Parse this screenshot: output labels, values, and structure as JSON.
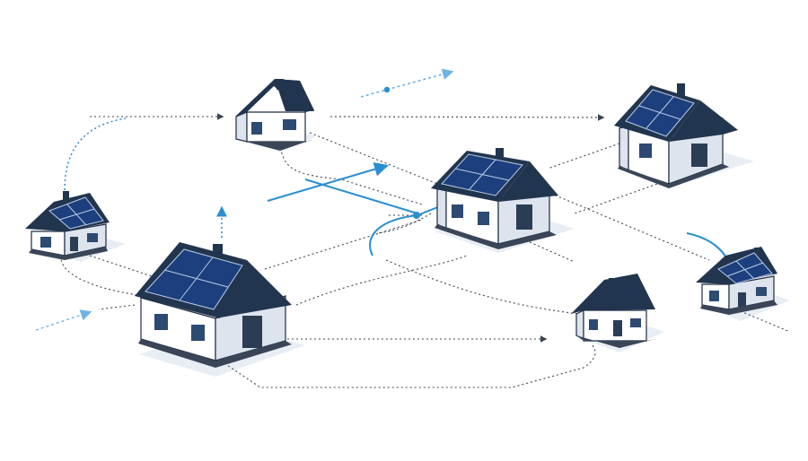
{
  "palette": {
    "background": "#ffffff",
    "roof": "#22354f",
    "wall_front": "#ffffff",
    "wall_side": "#dde4ee",
    "outline": "#1f2c40",
    "panel": "#1d3f7e",
    "panel_grid": "#b9cbe6",
    "door": "#2a3d55",
    "window": "#2c4a72",
    "base": "#3a4658",
    "shadow": "#e6ebf2",
    "dotted_line": "#3d4452",
    "accent_line": "#2a8fcf",
    "accent_arrow": "#5fa9dd"
  },
  "houses": [
    {
      "id": "house-top-left",
      "solar": false
    },
    {
      "id": "house-top-right",
      "solar": true
    },
    {
      "id": "house-left",
      "solar": true
    },
    {
      "id": "house-center",
      "solar": true
    },
    {
      "id": "house-large",
      "solar": true
    },
    {
      "id": "house-right",
      "solar": true
    },
    {
      "id": "house-bottom-right",
      "solar": false
    }
  ],
  "icons": [
    "flow-arrow-icon",
    "junction-node-icon"
  ]
}
